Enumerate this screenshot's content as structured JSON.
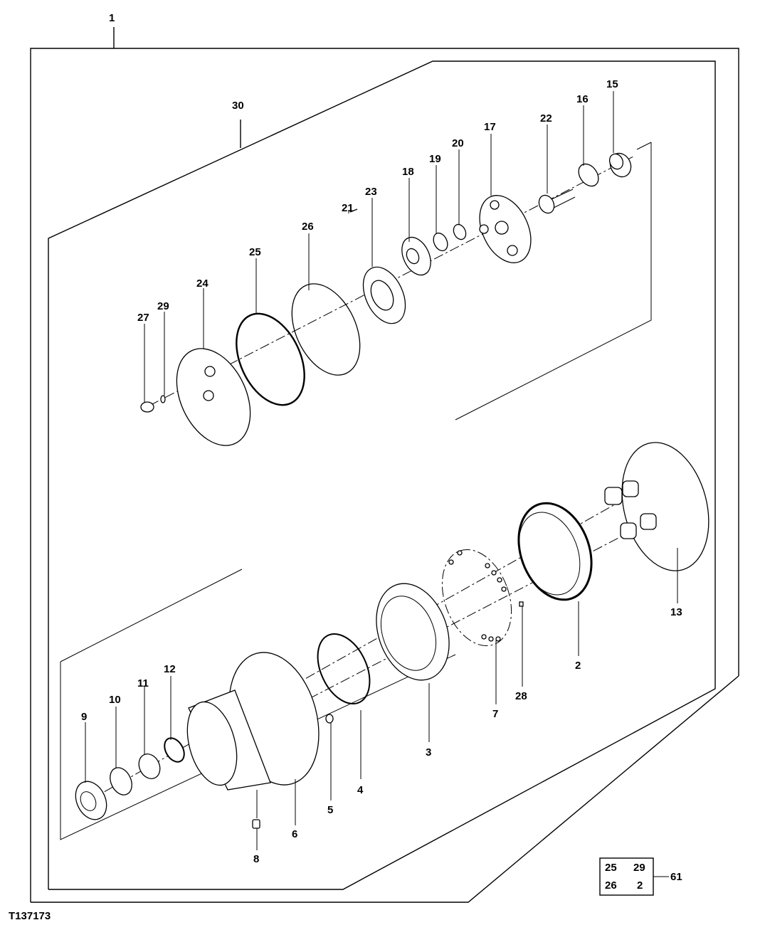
{
  "figure_id": "T137173",
  "callouts": {
    "c1": "1",
    "c2": "2",
    "c3": "3",
    "c4": "4",
    "c5": "5",
    "c6": "6",
    "c7": "7",
    "c8": "8",
    "c9": "9",
    "c10": "10",
    "c11": "11",
    "c12": "12",
    "c13": "13",
    "c15": "15",
    "c16": "16",
    "c17": "17",
    "c18": "18",
    "c19": "19",
    "c20": "20",
    "c21": "21",
    "c22": "22",
    "c23": "23",
    "c24": "24",
    "c25": "25",
    "c26": "26",
    "c27": "27",
    "c29": "29",
    "c30": "30",
    "c28": "28"
  },
  "kit_table": {
    "rows": [
      [
        "25",
        "29"
      ],
      [
        "26",
        "2"
      ]
    ],
    "kit_number": "61"
  }
}
